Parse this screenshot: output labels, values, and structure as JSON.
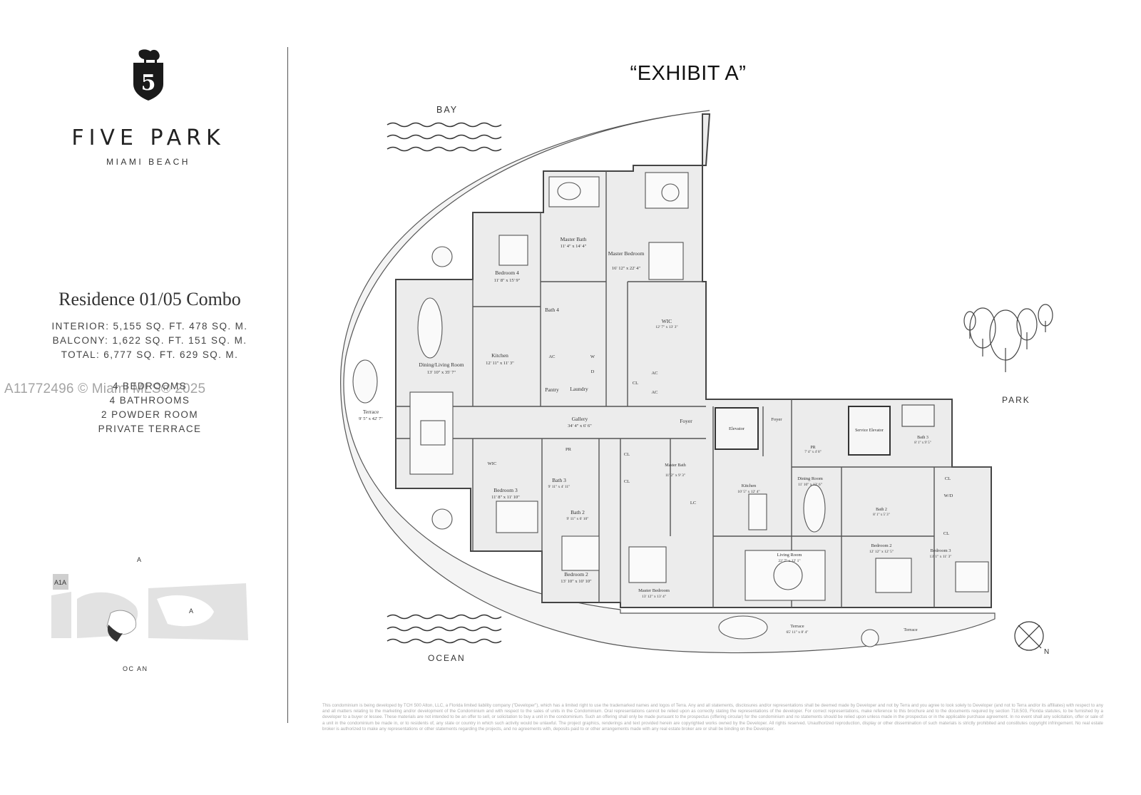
{
  "brand": {
    "name": "FIVE PARK",
    "location": "MIAMI BEACH",
    "logo_letter": "5"
  },
  "residence": {
    "title": "Residence 01/05 Combo",
    "interior": "INTERIOR: 5,155 SQ. FT.   478 SQ. M.",
    "balcony": "BALCONY: 1,622 SQ. FT.   151 SQ. M.",
    "total": "TOTAL: 6,777 SQ. FT.   629 SQ. M.",
    "bedrooms": "4 BEDROOMS",
    "bathrooms": "4 BATHROOMS",
    "powder": "2 POWDER ROOM",
    "terrace": "PRIVATE TERRACE"
  },
  "watermark": "A11772496 © Miami MLS® 2025",
  "minimap": {
    "road": "A1A",
    "top_label": "A",
    "mid_label": "A",
    "bottom_label": "OC AN"
  },
  "exhibit_title": "“EXHIBIT A”",
  "plan": {
    "edges": {
      "bay": "BAY",
      "ocean": "OCEAN",
      "park": "PARK",
      "north": "N"
    },
    "rooms": [
      {
        "name": "Master Bath",
        "dim": "11' 4\" x 14' 4\""
      },
      {
        "name": "Master Bedroom",
        "dim": "16' 12\" x 22' 4\""
      },
      {
        "name": "Bedroom 4",
        "dim": "11' 8\" x 15' 9\""
      },
      {
        "name": "Bath 4",
        "dim": ""
      },
      {
        "name": "WIC",
        "dim": "12' 7\" x 13' 3\""
      },
      {
        "name": "Kitchen",
        "dim": "12' 11\" x 11' 3\""
      },
      {
        "name": "Dining/Living Room",
        "dim": "13' 10\" x 35' 7\""
      },
      {
        "name": "Terrace",
        "dim": "9' 5\" x 42' 7\""
      },
      {
        "name": "Pantry",
        "dim": ""
      },
      {
        "name": "Laundry",
        "dim": ""
      },
      {
        "name": "Gallery",
        "dim": "34' 4\" x 6' 6\""
      },
      {
        "name": "Foyer",
        "dim": ""
      },
      {
        "name": "Elevator",
        "dim": ""
      },
      {
        "name": "Foyer",
        "dim": ""
      },
      {
        "name": "Service Elevator",
        "dim": ""
      },
      {
        "name": "Bath 3",
        "dim": "8' 1\" x 9' 5\""
      },
      {
        "name": "PR",
        "dim": "7' 4\" x 4' 8\""
      },
      {
        "name": "Bath 3",
        "dim": "9' 11\" x 4' 11\""
      },
      {
        "name": "Bedroom 3",
        "dim": "11' 8\" x 11' 10\""
      },
      {
        "name": "Bath 2",
        "dim": "9' 11\" x 6' 10\""
      },
      {
        "name": "Bedroom 2",
        "dim": "13' 10\" x 10' 10\""
      },
      {
        "name": "Master Bath",
        "dim": "11' 2\" x 9' 3\""
      },
      {
        "name": "Kitchen",
        "dim": "10' 5\" x 12' 4\""
      },
      {
        "name": "Dining Room",
        "dim": "11' 10\" x 12' 6\""
      },
      {
        "name": "Bath 2",
        "dim": "8' 1\" x 5' 3\""
      },
      {
        "name": "Bedroom 2",
        "dim": "12' 12\" x 12' 5\""
      },
      {
        "name": "Bedroom 3",
        "dim": "13' 1\" x 11' 3\""
      },
      {
        "name": "Living Room",
        "dim": "22' 7\" x 12' 1\""
      },
      {
        "name": "Master Bedroom",
        "dim": "13' 12\" x 13' 4\""
      },
      {
        "name": "Terrace",
        "dim": "65' 11\" x 8' 4\""
      },
      {
        "name": "Terrace",
        "dim": ""
      }
    ],
    "small_labels": [
      "AC",
      "AC",
      "AC",
      "W",
      "D",
      "CL",
      "CL",
      "CL",
      "CL",
      "CL",
      "W/D",
      "WIC",
      "PR",
      "LC"
    ]
  },
  "disclaimer": "This condominium is being developed by TCH 500 Alton, LLC, a Florida limited liability company (\"Developer\"), which has a limited right to use the trademarked names and logos of Terra. Any and all statements, disclosures and/or representations shall be deemed made by Developer and not by Terra and you agree to look solely to Developer (and not to Terra and/or its affiliates) with respect to any and all matters relating to the marketing and/or development of the Condominium and with respect to the sales of units in the Condominium. Oral representations cannot be relied upon as correctly stating the representations of the developer. For correct representations, make reference to this brochure and to the documents required by section 718.503, Florida statutes, to be furnished by a developer to a buyer or lessee. These materials are not intended to be an offer to sell, or solicitation to buy a unit in the condominium. Such an offering shall only be made pursuant to the prospectus (offering circular) for the condominium and no statements should be relied upon unless made in the prospectus or in the applicable purchase agreement. In no event shall any solicitation, offer or sale of a unit in the condominium be made in, or to residents of, any state or country in which such activity would be unlawful. The project graphics, renderings and text provided herein are copyrighted works owned by the Developer. All rights reserved. Unauthorized reproduction, display or other dissemination of such materials is strictly prohibited and constitutes copyright infringement. No real estate broker is authorized to make any representations or other statements regarding the projects, and no agreements with, deposits paid to or other arrangements made with any real estate broker are or shall be binding on the Developer."
}
